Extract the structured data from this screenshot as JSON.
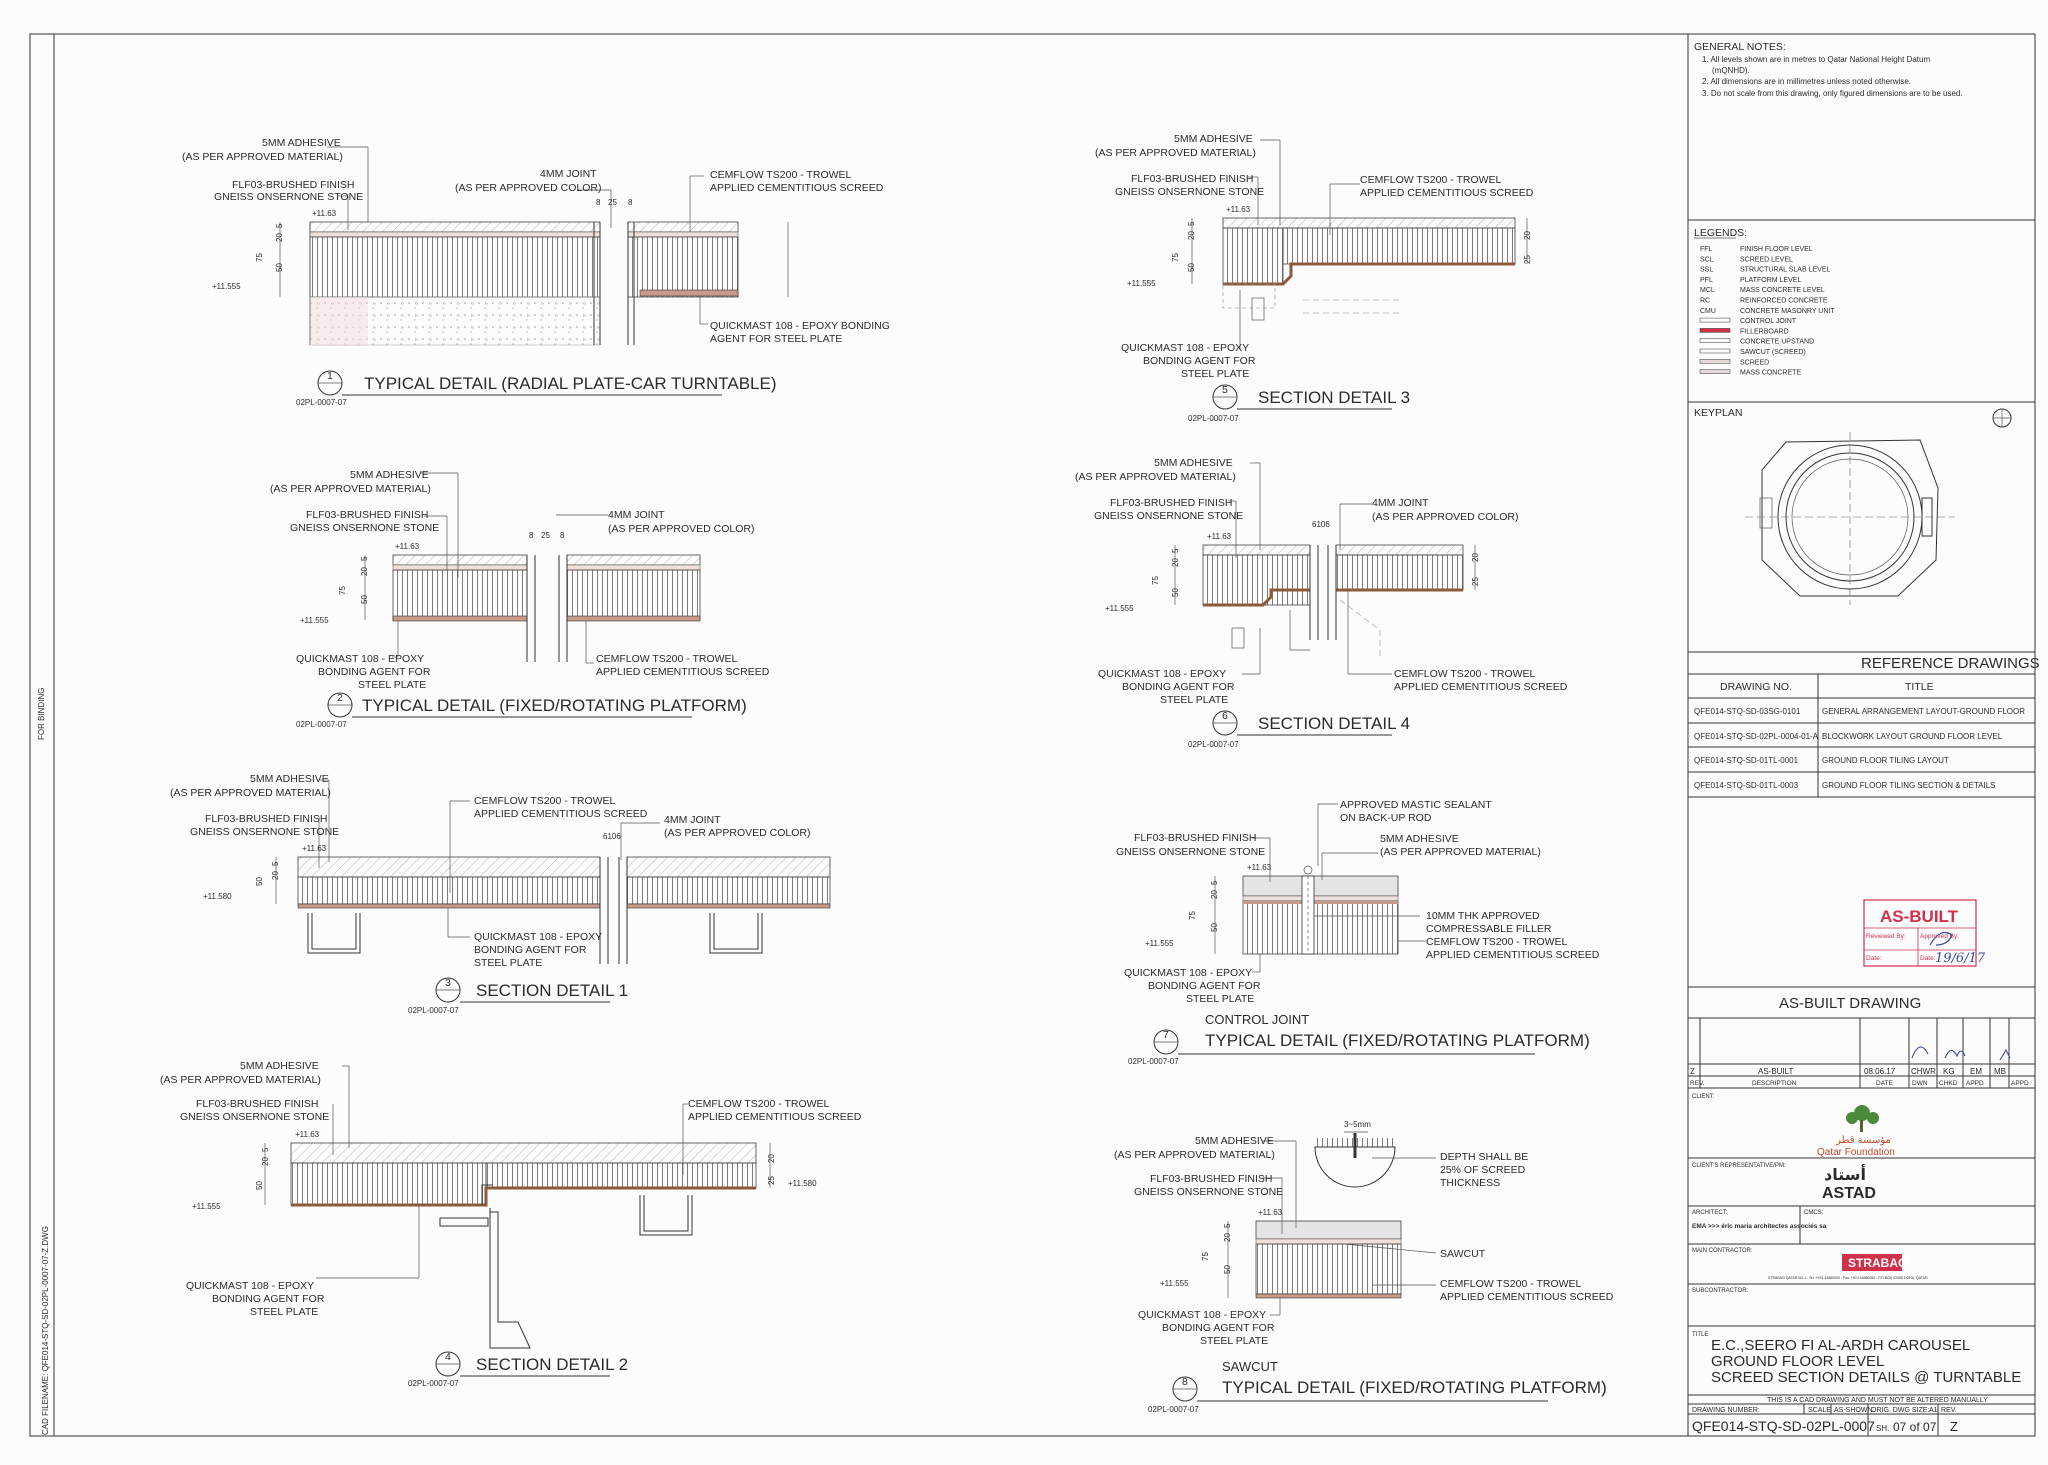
{
  "binding_text": "FOR BINDING",
  "cad_filename": "CAD FILENAME: QFE014-STQ-SD-02PL-0007-07-Z.DWG",
  "colors": {
    "ink": "#2b2b2b",
    "screed": "#ecdcd8",
    "stone": "#e4e4e4",
    "stamp": "#d0304a",
    "brown": "#8a5a3a"
  },
  "details": [
    {
      "num": "1",
      "ref": "02PL-0007-07",
      "title": "TYPICAL DETAIL (RADIAL PLATE-CAR TURNTABLE)",
      "labels": [
        "5MM ADHESIVE",
        "(AS PER APPROVED MATERIAL)",
        "FLF03-BRUSHED FINISH",
        "GNEISS ONSERNONE STONE",
        "4MM JOINT",
        "(AS PER APPROVED COLOR)",
        "CEMFLOW TS200 - TROWEL",
        "APPLIED CEMENTITIOUS SCREED",
        "QUICKMAST 108 - EPOXY BONDING",
        "AGENT FOR STEEL PLATE"
      ],
      "levels": [
        "+11.63",
        "+11.555"
      ],
      "dims": [
        "75",
        "5",
        "20",
        "50",
        "8",
        "25",
        "8"
      ]
    },
    {
      "num": "2",
      "ref": "02PL-0007-07",
      "title": "TYPICAL DETAIL (FIXED/ROTATING PLATFORM)",
      "labels": [
        "5MM ADHESIVE",
        "(AS PER APPROVED MATERIAL)",
        "FLF03-BRUSHED FINISH",
        "GNEISS ONSERNONE STONE",
        "4MM JOINT",
        "(AS PER APPROVED COLOR)",
        "QUICKMAST 108 - EPOXY",
        "BONDING AGENT FOR",
        "STEEL PLATE",
        "CEMFLOW TS200 - TROWEL",
        "APPLIED CEMENTITIOUS SCREED"
      ],
      "levels": [
        "+11.63",
        "+11.555"
      ],
      "dims": [
        "75",
        "5",
        "20",
        "50",
        "8",
        "25",
        "8"
      ]
    },
    {
      "num": "3",
      "ref": "02PL-0007-07",
      "title": "SECTION DETAIL 1",
      "labels": [
        "5MM ADHESIVE",
        "(AS PER APPROVED MATERIAL)",
        "FLF03-BRUSHED FINISH",
        "GNEISS ONSERNONE STONE",
        "CEMFLOW TS200 - TROWEL",
        "APPLIED CEMENTITIOUS SCREED",
        "4MM JOINT",
        "(AS PER APPROVED COLOR)",
        "QUICKMAST 108 - EPOXY",
        "BONDING AGENT FOR",
        "STEEL PLATE"
      ],
      "levels": [
        "+11.63",
        "+11.580"
      ],
      "dims": [
        "50",
        "5",
        "20",
        "6106"
      ]
    },
    {
      "num": "4",
      "ref": "02PL-0007-07",
      "title": "SECTION DETAIL 2",
      "labels": [
        "5MM ADHESIVE",
        "(AS PER APPROVED MATERIAL)",
        "FLF03-BRUSHED FINISH",
        "GNEISS ONSERNONE STONE",
        "CEMFLOW TS200 - TROWEL",
        "APPLIED CEMENTITIOUS SCREED",
        "QUICKMAST 108 - EPOXY",
        "BONDING AGENT FOR",
        "STEEL PLATE"
      ],
      "levels": [
        "+11.63",
        "+11.555",
        "+11.580"
      ],
      "dims": [
        "50",
        "5",
        "20",
        "25",
        "20"
      ]
    },
    {
      "num": "5",
      "ref": "02PL-0007-07",
      "title": "SECTION DETAIL 3",
      "labels": [
        "5MM ADHESIVE",
        "(AS PER APPROVED MATERIAL)",
        "FLF03-BRUSHED FINISH",
        "GNEISS ONSERNONE STONE",
        "CEMFLOW TS200 - TROWEL",
        "APPLIED CEMENTITIOUS SCREED",
        "QUICKMAST 108 - EPOXY",
        "BONDING AGENT FOR",
        "STEEL PLATE"
      ],
      "levels": [
        "+11.63",
        "+11.555"
      ],
      "dims": [
        "75",
        "5",
        "20",
        "50",
        "25",
        "20"
      ]
    },
    {
      "num": "6",
      "ref": "02PL-0007-07",
      "title": "SECTION DETAIL 4",
      "labels": [
        "5MM ADHESIVE",
        "(AS PER APPROVED MATERIAL)",
        "FLF03-BRUSHED FINISH",
        "GNEISS ONSERNONE STONE",
        "4MM JOINT",
        "(AS PER APPROVED COLOR)",
        "QUICKMAST 108 - EPOXY",
        "BONDING AGENT FOR",
        "STEEL PLATE",
        "CEMFLOW TS200 - TROWEL",
        "APPLIED CEMENTITIOUS SCREED"
      ],
      "levels": [
        "+11.63",
        "+11.555"
      ],
      "dims": [
        "75",
        "5",
        "20",
        "50",
        "6106",
        "25",
        "20"
      ]
    },
    {
      "num": "7",
      "ref": "02PL-0007-07",
      "title": "TYPICAL DETAIL (FIXED/ROTATING PLATFORM)",
      "subtitle": "CONTROL JOINT",
      "labels": [
        "APPROVED MASTIC SEALANT",
        "ON BACK-UP ROD",
        "FLF03-BRUSHED FINISH",
        "GNEISS ONSERNONE STONE",
        "5MM ADHESIVE",
        "(AS PER APPROVED MATERIAL)",
        "10MM THK APPROVED",
        "COMPRESSABLE FILLER",
        "CEMFLOW TS200 - TROWEL",
        "APPLIED CEMENTITIOUS SCREED",
        "QUICKMAST 108 - EPOXY",
        "BONDING AGENT FOR",
        "STEEL PLATE"
      ],
      "levels": [
        "+11.63",
        "+11.555"
      ],
      "dims": [
        "75",
        "5",
        "20",
        "50"
      ]
    },
    {
      "num": "8",
      "ref": "02PL-0007-07",
      "title": "TYPICAL DETAIL (FIXED/ROTATING PLATFORM)",
      "subtitle": "SAWCUT",
      "labels": [
        "5MM ADHESIVE",
        "(AS PER APPROVED MATERIAL)",
        "FLF03-BRUSHED FINISH",
        "GNEISS ONSERNONE STONE",
        "3~5mm",
        "DEPTH SHALL BE",
        "25% OF SCREED",
        "THICKNESS",
        "SAWCUT",
        "CEMFLOW TS200 - TROWEL",
        "APPLIED CEMENTITIOUS SCREED",
        "QUICKMAST 108 - EPOXY",
        "BONDING AGENT FOR",
        "STEEL PLATE"
      ],
      "levels": [
        "+11.63",
        "+11.555"
      ],
      "dims": [
        "75",
        "5",
        "20",
        "50"
      ]
    }
  ],
  "general_notes": {
    "heading": "GENERAL NOTES:",
    "items": [
      "1. All levels shown are in metres to Qatar National    Height Datum",
      "(mQNHD).",
      "2. All dimensions are in millimetres unless noted   otherwise.",
      "3. Do not scale from this drawing, only figured dimensions are to be used."
    ]
  },
  "legends": {
    "heading": "LEGENDS:",
    "items": [
      {
        "abbr": "FFL",
        "desc": "FINISH FLOOR LEVEL"
      },
      {
        "abbr": "SCL",
        "desc": "SCREED LEVEL"
      },
      {
        "abbr": "SSL",
        "desc": "STRUCTURAL SLAB LEVEL"
      },
      {
        "abbr": "PFL",
        "desc": "PLATFORM LEVEL"
      },
      {
        "abbr": "MCL",
        "desc": "MASS CONCRETE LEVEL"
      },
      {
        "abbr": "RC",
        "desc": "REINFORCED CONCRETE"
      },
      {
        "abbr": "CMU",
        "desc": "CONCRETE MASONRY UNIT"
      },
      {
        "abbr": "",
        "desc": "CONTROL JOINT"
      },
      {
        "abbr": "",
        "desc": "FILLERBOARD"
      },
      {
        "abbr": "",
        "desc": "CONCRETE UPSTAND"
      },
      {
        "abbr": "",
        "desc": "SAWCUT (SCREED)"
      },
      {
        "abbr": "",
        "desc": "SCREED"
      },
      {
        "abbr": "",
        "desc": "MASS CONCRETE"
      }
    ]
  },
  "keyplan": {
    "heading": "KEYPLAN"
  },
  "reference_drawings": {
    "heading": "REFERENCE DRAWINGS",
    "col_no": "DRAWING NO.",
    "col_title": "TITLE",
    "rows": [
      {
        "no": "QFE014-STQ-SD-03SG-0101",
        "title": "GENERAL ARRANGEMENT LAYOUT-GROUND FLOOR"
      },
      {
        "no": "QFE014-STQ-SD-02PL-0004-01-A",
        "title": "BLOCKWORK LAYOUT  GROUND FLOOR LEVEL"
      },
      {
        "no": "QFE014-STQ-SD-01TL-0001",
        "title": "GROUND FLOOR TILING LAYOUT"
      },
      {
        "no": "QFE014-STQ-SD-01TL-0003",
        "title": "GROUND FLOOR TILING SECTION & DETAILS"
      }
    ]
  },
  "stamp": {
    "title": "AS-BUILT",
    "reviewed_by": "Reviewed By:",
    "approved_by": "Approved By:",
    "date1": "Date:",
    "date2": "Date:",
    "handwritten_date": "19/6/17"
  },
  "as_built": {
    "heading": "AS-BUILT DRAWING",
    "rev": "Z",
    "description": "AS-BUILT",
    "date": "08.06.17",
    "dwn": "CHWR",
    "chkd": "KG",
    "appd1": "EM",
    "appd2": "MB",
    "headers": [
      "REV.",
      "DESCRIPTION",
      "DATE",
      "DWN",
      "CHKD",
      "APPD",
      "APPD"
    ]
  },
  "client": {
    "label": "CLIENT:",
    "logo_ar": "مؤسسة قطر",
    "logo_en": "Qatar Foundation"
  },
  "client_rep": {
    "label": "CLIENT'S REPRESENTATIVE/PM:",
    "logo_ar": "أستاد",
    "logo_en": "ASTAD"
  },
  "architect": {
    "label": "ARCHITECT:",
    "cmcs": "CMCS:",
    "name": "EMA >>> éric maria architectes associés sa"
  },
  "main_contractor": {
    "label": "MAIN CONTRACTOR:",
    "logo": "STRABAG",
    "address": "STRABAG QATAR W.L.L. Tel: +974 44680000 - Fax: +974 44680050 - P.O.BOX 22080 DOHA, QATAR"
  },
  "subcontractor": {
    "label": "SUBCONTRACTOR:"
  },
  "title_block": {
    "label": "TITLE",
    "lines": [
      "E.C.,SEERO FI AL-ARDH CAROUSEL",
      "GROUND FLOOR LEVEL",
      "SCREED SECTION DETAILS @ TURNTABLE"
    ],
    "notice_1": "THIS IS A CAD DRAWING AND MUST NOT BE ALTERED MANUALLY",
    "drawing_number_label": "DRAWING NUMBER:",
    "scale_label": "SCALE",
    "scale": "AS-SHOWN",
    "orig_size_label": "ORIG. DWG SIZE:",
    "orig_size": "A1",
    "rev_label": "REV.",
    "drawing_number": "QFE014-STQ-SD-02PL-0007",
    "sheet_label": "SH.",
    "sheet": "07 of 07",
    "rev": "Z"
  }
}
